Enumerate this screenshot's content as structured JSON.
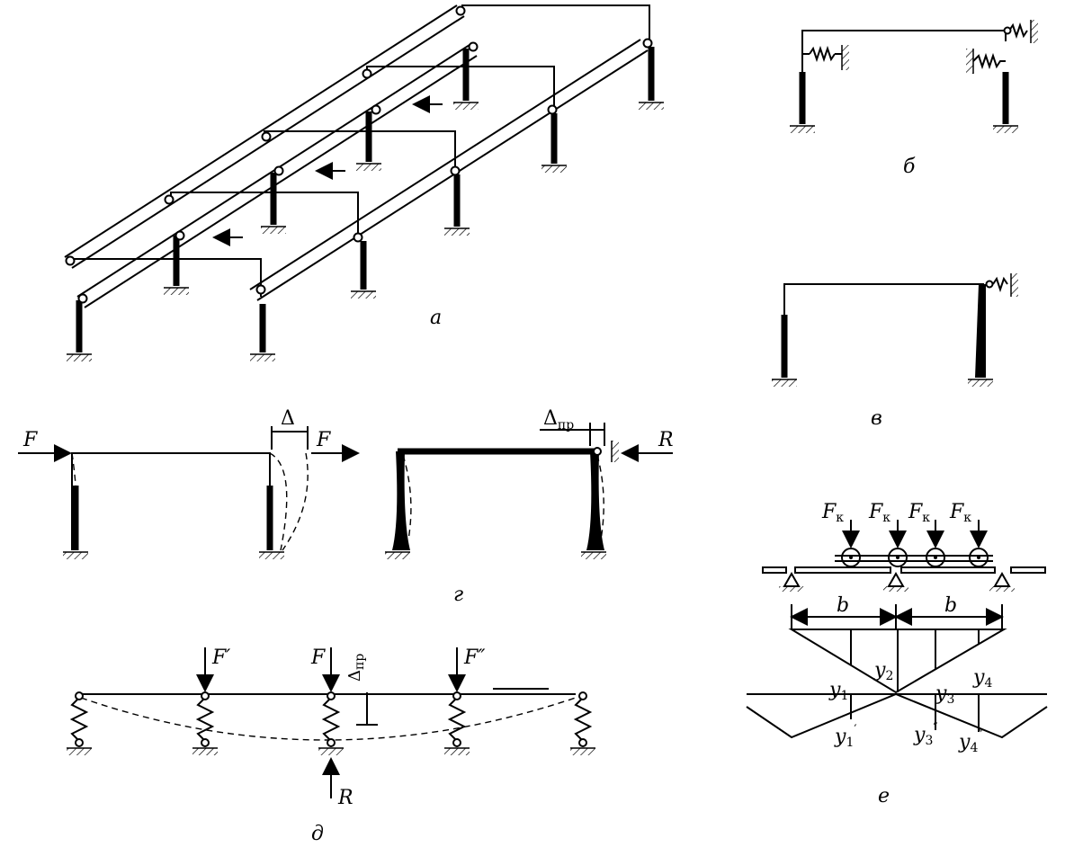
{
  "captions": {
    "a": "а",
    "b": "б",
    "v": "в",
    "g": "г",
    "d": "д",
    "e": "е"
  },
  "labels": {
    "F": "F",
    "R": "R",
    "delta": "Δ",
    "delta_pr_main": "Δ",
    "delta_pr_sub": "пр",
    "F_prime": "F′",
    "F_double_prime": "F″",
    "F_k_main": "F",
    "F_k_sub": "к",
    "b": "b",
    "y_main": "y",
    "y1_sub": "1",
    "y2_sub": "2",
    "y3_sub": "3",
    "y4_sub": "4",
    "y1p": "′",
    "y3pp": "″",
    "y4pp": "″"
  }
}
